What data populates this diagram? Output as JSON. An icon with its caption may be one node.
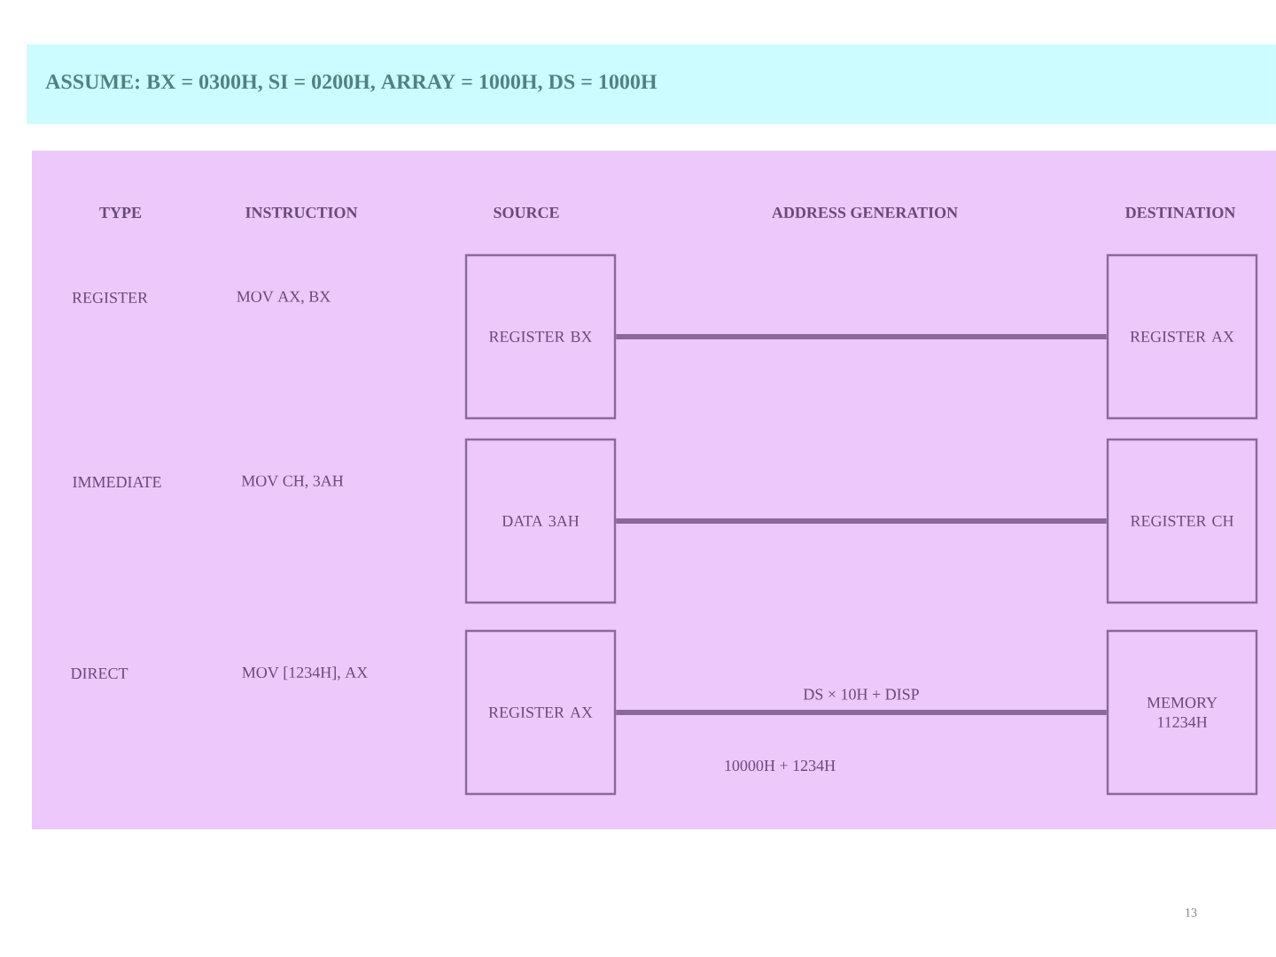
{
  "diagram": {
    "title": "ASSUME: BX = 0300H, SI = 0200H, ARRAY = 1000H, DS = 1000H",
    "nodes": [
      {
        "text": [
          "REGISTER BX"
        ]
      },
      {
        "text": [
          "REGISTER AX"
        ]
      },
      {
        "text": [
          "DATA 3AH"
        ]
      },
      {
        "text": [
          "REGISTER CH"
        ]
      },
      {
        "text": [
          "REGISTER AX"
        ]
      },
      {
        "text": [
          "MEMORY 11234H"
        ]
      }
    ],
    "edges": [
      {
        "from": 0,
        "to": 1,
        "arrow": "none"
      },
      {
        "from": 2,
        "to": 3,
        "arrow": "none"
      },
      {
        "from": 4,
        "to": 5,
        "arrow": "none",
        "label": "DS × 10H + DISP"
      }
    ],
    "labels": [
      "TYPE",
      "INSTRUCTION",
      "SOURCE",
      "ADDRESS GENERATION",
      "DESTINATION",
      "REGISTER",
      "MOV AX, BX",
      "IMMEDIATE",
      "MOV CH, 3AH",
      "DIRECT",
      "MOV [1234H], AX",
      "10000H + 1234H",
      "13"
    ]
  }
}
